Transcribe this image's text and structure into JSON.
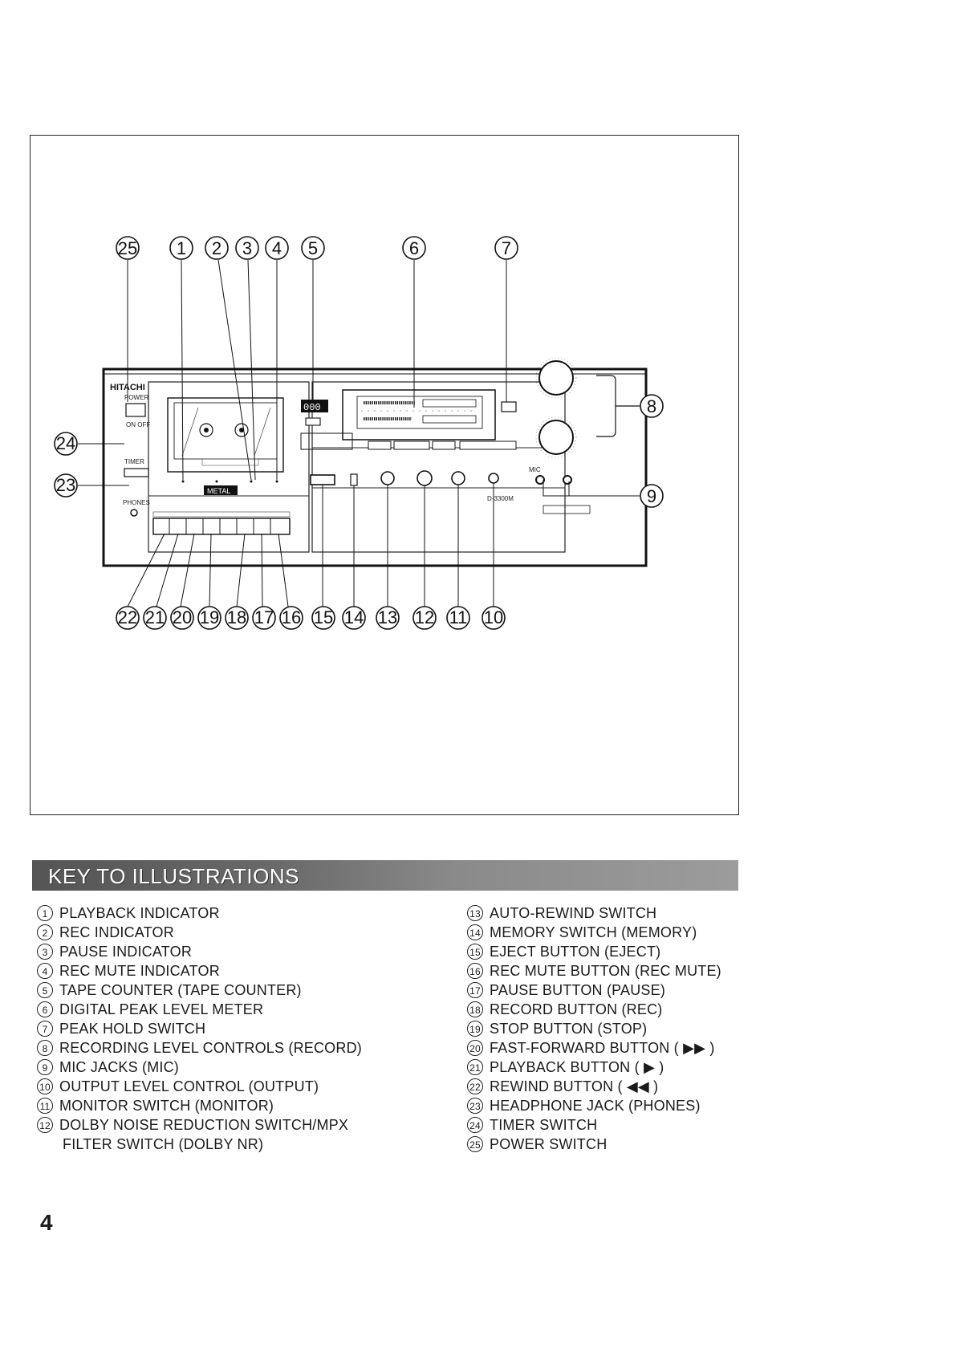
{
  "figure": {
    "brand": "HITACHI",
    "model": "D-3300M",
    "counter_digits": "000",
    "tape_badge": "METAL",
    "callouts": [
      "25",
      "1",
      "2",
      "3",
      "4",
      "5",
      "6",
      "7",
      "8",
      "9",
      "10",
      "11",
      "12",
      "13",
      "14",
      "15",
      "16",
      "17",
      "18",
      "19",
      "20",
      "21",
      "22",
      "23",
      "24"
    ]
  },
  "key": {
    "title": "KEY TO ILLUSTRATIONS",
    "left": [
      {
        "num": "1",
        "label": "PLAYBACK INDICATOR"
      },
      {
        "num": "2",
        "label": "REC INDICATOR"
      },
      {
        "num": "3",
        "label": "PAUSE INDICATOR"
      },
      {
        "num": "4",
        "label": "REC MUTE INDICATOR"
      },
      {
        "num": "5",
        "label": "TAPE COUNTER (TAPE COUNTER)"
      },
      {
        "num": "6",
        "label": "DIGITAL PEAK LEVEL METER"
      },
      {
        "num": "7",
        "label": "PEAK HOLD SWITCH"
      },
      {
        "num": "8",
        "label": "RECORDING LEVEL CONTROLS (RECORD)"
      },
      {
        "num": "9",
        "label": "MIC JACKS (MIC)"
      },
      {
        "num": "10",
        "label": "OUTPUT LEVEL CONTROL (OUTPUT)"
      },
      {
        "num": "11",
        "label": "MONITOR SWITCH (MONITOR)"
      },
      {
        "num": "12",
        "label": "DOLBY NOISE REDUCTION SWITCH/MPX",
        "cont": "FILTER SWITCH (DOLBY NR)"
      }
    ],
    "right": [
      {
        "num": "13",
        "label": "AUTO-REWIND SWITCH"
      },
      {
        "num": "14",
        "label": "MEMORY SWITCH (MEMORY)"
      },
      {
        "num": "15",
        "label": "EJECT BUTTON (EJECT)"
      },
      {
        "num": "16",
        "label": "REC MUTE BUTTON (REC MUTE)"
      },
      {
        "num": "17",
        "label": "PAUSE BUTTON (PAUSE)"
      },
      {
        "num": "18",
        "label": "RECORD BUTTON (REC)"
      },
      {
        "num": "19",
        "label": "STOP BUTTON (STOP)"
      },
      {
        "num": "20",
        "label": "FAST-FORWARD BUTTON ( ▶▶ )"
      },
      {
        "num": "21",
        "label": "PLAYBACK BUTTON ( ▶ )"
      },
      {
        "num": "22",
        "label": "REWIND BUTTON ( ◀◀ )"
      },
      {
        "num": "23",
        "label": "HEADPHONE JACK (PHONES)"
      },
      {
        "num": "24",
        "label": "TIMER SWITCH"
      },
      {
        "num": "25",
        "label": "POWER SWITCH"
      }
    ]
  },
  "page_number": "4"
}
